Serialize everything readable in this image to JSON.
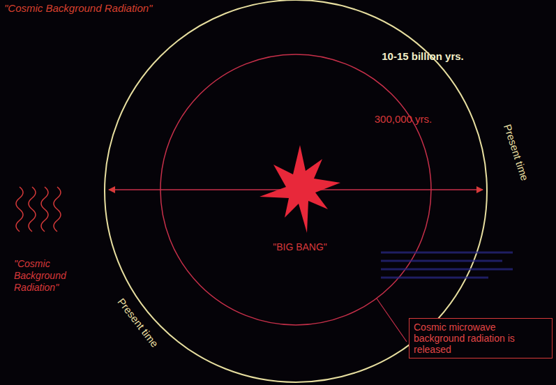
{
  "diagram": {
    "title": "\"Cosmic Background Radiation\"",
    "nodes": [
      {
        "text": [
          "Cosmic microwave background radiation is released"
        ]
      }
    ],
    "labels": [
      "10-15 billion yrs.",
      "300,000 yrs.",
      "Present time",
      "\"BIG BANG\"",
      "\"Cosmic Background Radiation\"",
      "Present time"
    ]
  }
}
